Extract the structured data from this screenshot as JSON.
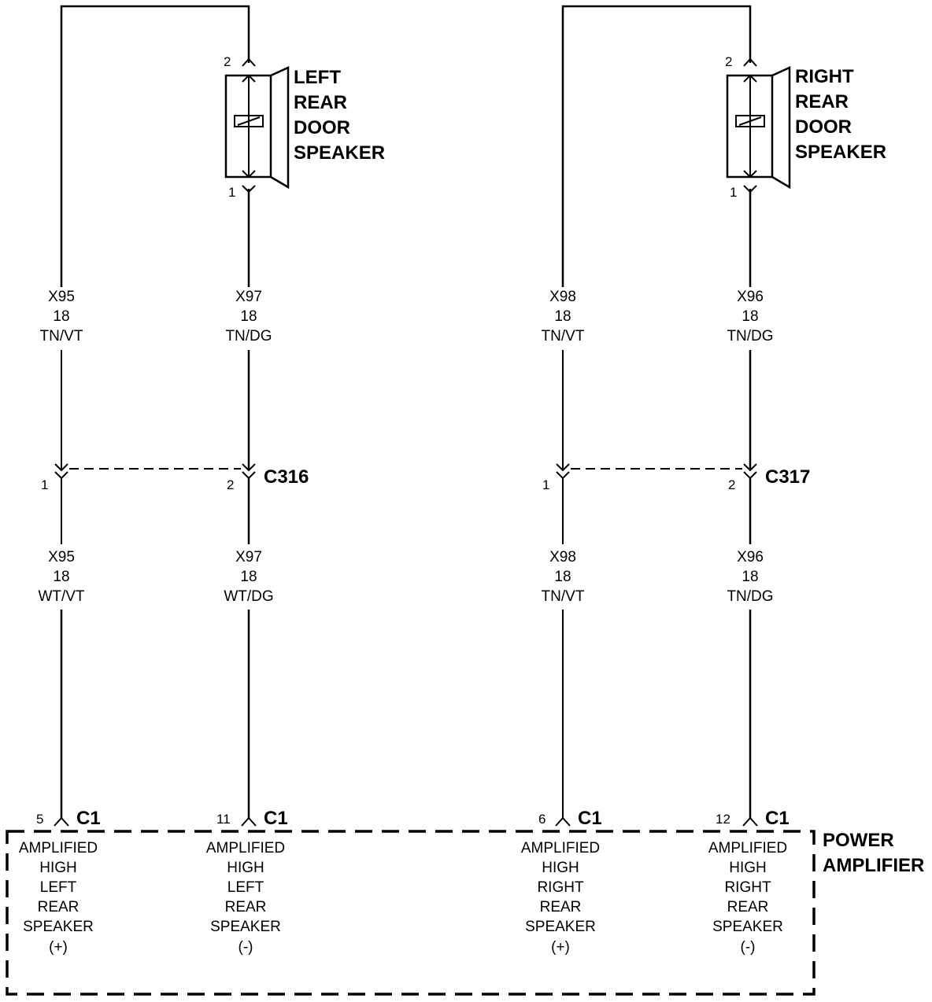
{
  "speakers": {
    "left": {
      "name_lines": [
        "LEFT",
        "REAR",
        "DOOR",
        "SPEAKER"
      ],
      "pin_top": "2",
      "pin_bottom": "1"
    },
    "right": {
      "name_lines": [
        "RIGHT",
        "REAR",
        "DOOR",
        "SPEAKER"
      ],
      "pin_top": "2",
      "pin_bottom": "1"
    }
  },
  "upper_wires": [
    {
      "circuit": "X95",
      "gauge": "18",
      "color": "TN/VT"
    },
    {
      "circuit": "X97",
      "gauge": "18",
      "color": "TN/DG"
    },
    {
      "circuit": "X98",
      "gauge": "18",
      "color": "TN/VT"
    },
    {
      "circuit": "X96",
      "gauge": "18",
      "color": "TN/DG"
    }
  ],
  "inline_connectors": [
    {
      "name": "C316",
      "pin_a": "1",
      "pin_b": "2"
    },
    {
      "name": "C317",
      "pin_a": "1",
      "pin_b": "2"
    }
  ],
  "lower_wires": [
    {
      "circuit": "X95",
      "gauge": "18",
      "color": "WT/VT"
    },
    {
      "circuit": "X97",
      "gauge": "18",
      "color": "WT/DG"
    },
    {
      "circuit": "X98",
      "gauge": "18",
      "color": "TN/VT"
    },
    {
      "circuit": "X96",
      "gauge": "18",
      "color": "TN/DG"
    }
  ],
  "amplifier": {
    "name_lines": [
      "POWER",
      "AMPLIFIER"
    ],
    "terminals": [
      {
        "pin": "5",
        "connector": "C1",
        "lines": [
          "AMPLIFIED",
          "HIGH",
          "LEFT",
          "REAR",
          "SPEAKER",
          "(+)"
        ]
      },
      {
        "pin": "11",
        "connector": "C1",
        "lines": [
          "AMPLIFIED",
          "HIGH",
          "LEFT",
          "REAR",
          "SPEAKER",
          "(-)"
        ]
      },
      {
        "pin": "6",
        "connector": "C1",
        "lines": [
          "AMPLIFIED",
          "HIGH",
          "RIGHT",
          "REAR",
          "SPEAKER",
          "(+)"
        ]
      },
      {
        "pin": "12",
        "connector": "C1",
        "lines": [
          "AMPLIFIED",
          "HIGH",
          "RIGHT",
          "REAR",
          "SPEAKER",
          "(-)"
        ]
      }
    ]
  }
}
